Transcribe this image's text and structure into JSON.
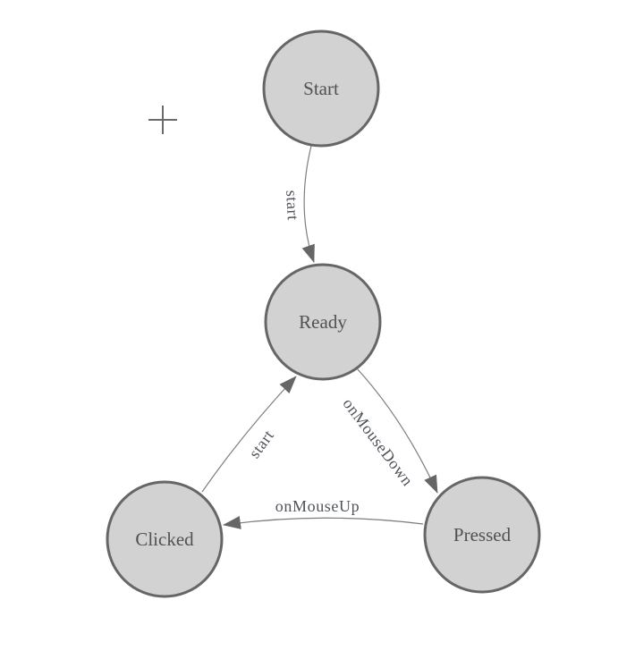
{
  "diagram": {
    "type": "finite-state-machine",
    "nodes": [
      {
        "id": "start",
        "label": "Start"
      },
      {
        "id": "ready",
        "label": "Ready"
      },
      {
        "id": "clicked",
        "label": "Clicked"
      },
      {
        "id": "pressed",
        "label": "Pressed"
      }
    ],
    "edges": [
      {
        "id": "start-to-ready",
        "label": "start",
        "from": "start",
        "to": "ready"
      },
      {
        "id": "ready-to-pressed",
        "label": "onMouseDown",
        "from": "ready",
        "to": "pressed"
      },
      {
        "id": "pressed-to-clicked",
        "label": "onMouseUp",
        "from": "pressed",
        "to": "clicked"
      },
      {
        "id": "clicked-to-ready",
        "label": "start",
        "from": "clicked",
        "to": "ready"
      }
    ],
    "icons": {
      "crosshair": "plus-crosshair"
    },
    "colors": {
      "background": "#ffffff",
      "node_fill": "#d2d2d2",
      "node_stroke": "#666666",
      "edge_line": "#7d7d7d",
      "arrow_fill": "#666666",
      "node_label_text": "#515151",
      "edge_label_text": "#50535a",
      "crosshair": "#6b6b6b"
    }
  }
}
